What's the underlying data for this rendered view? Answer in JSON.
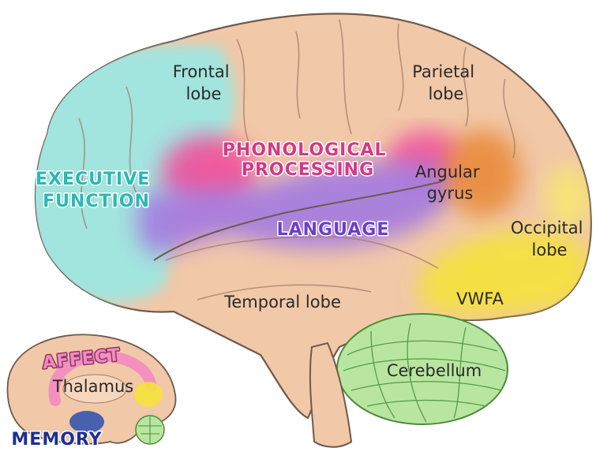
{
  "labels": {
    "frontal_lobe": [
      "Frontal",
      "lobe"
    ],
    "parietal_lobe": [
      "Parietal",
      "lobe"
    ],
    "executive_function": [
      "EXECUTIVE",
      "FUNCTION"
    ],
    "phonological_processing": [
      "PHONOLOGICAL",
      "PROCESSING"
    ],
    "angular_gyrus": [
      "Angular",
      "gyrus"
    ],
    "language": "LANGUAGE",
    "occipital_lobe": [
      "Occipital",
      "lobe"
    ],
    "temporal_lobe": "Temporal lobe",
    "vwfa": "VWFA",
    "cerebellum": "Cerebellum",
    "affect": "AFFECT",
    "thalamus": "Thalamus",
    "memory": "MEMORY"
  },
  "colors": {
    "brain_tissue": "#f1c8a8",
    "executive_region": "#9ee6e1",
    "phonological_region": "#f0509c",
    "language_region": "#a57be0",
    "angular_gyrus_region": "#e98b3a",
    "vwfa_region": "#f5e23a",
    "cerebellum": "#b8e6a0",
    "memory_region": "#2a4fb0",
    "label_executive": "#2bb8b3",
    "label_phonological": "#d23a86",
    "label_language": "#6b3fc4",
    "label_memory": "#1f2f8f"
  }
}
